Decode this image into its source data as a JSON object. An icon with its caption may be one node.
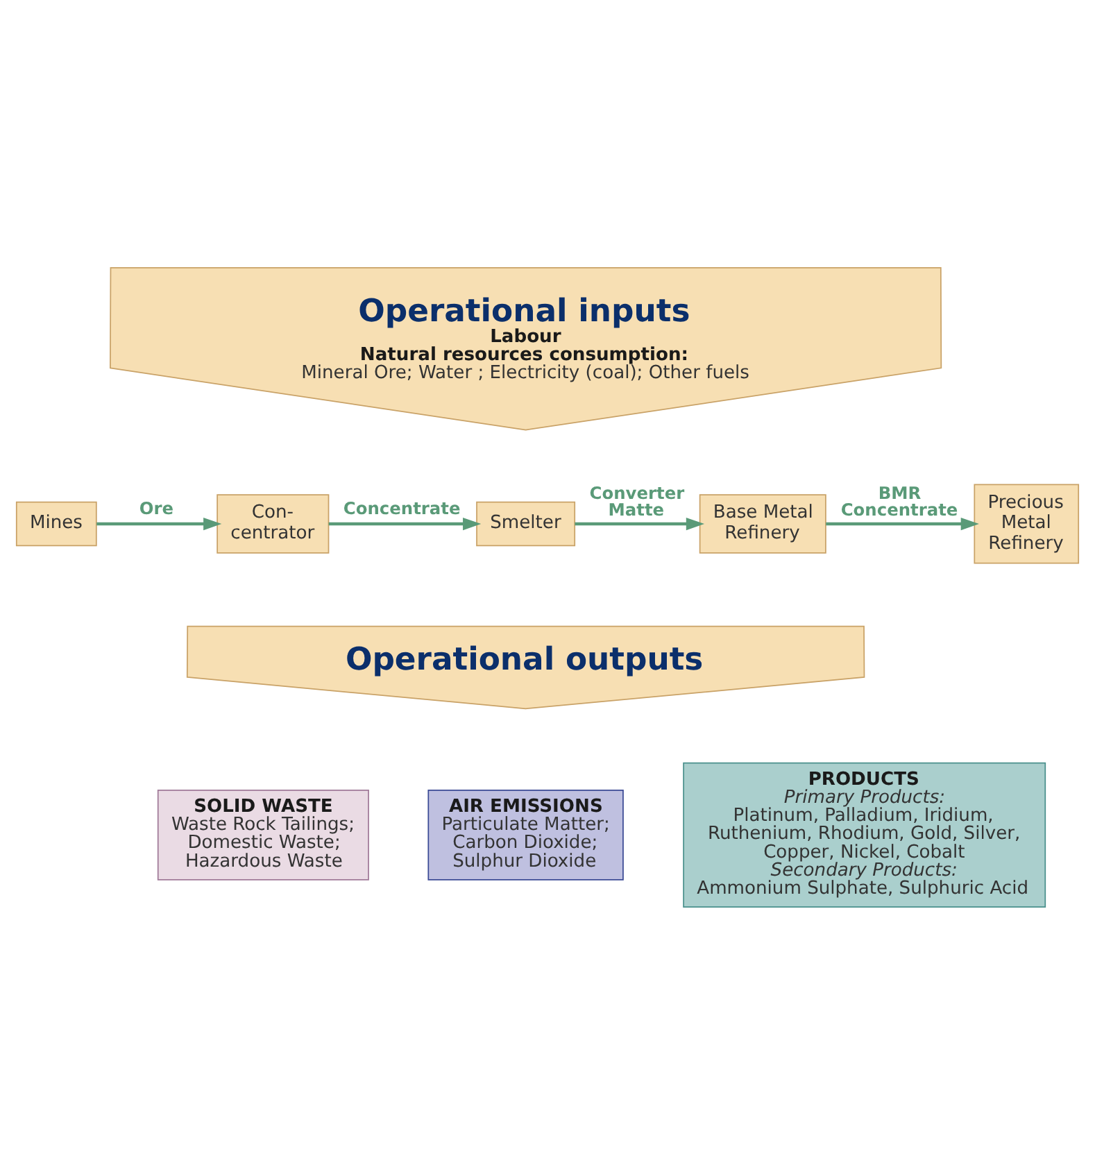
{
  "diagram": {
    "nodes": [
      {
        "text": [
          "Operational inputs",
          "Labour",
          "Natural resources consumption:",
          "Mineral Ore; Water ; Electricity (coal); Other fuels"
        ]
      },
      {
        "text": [
          "Mines"
        ]
      },
      {
        "text": [
          "Con- centrator"
        ]
      },
      {
        "text": [
          "Smelter"
        ]
      },
      {
        "text": [
          "Base Metal Refinery"
        ]
      },
      {
        "text": [
          "Precious Metal Refinery"
        ]
      },
      {
        "text": [
          "Operational outputs"
        ]
      },
      {
        "text": [
          "SOLID WASTE",
          "Waste Rock Tailings; Domestic Waste; Hazardous Waste"
        ]
      },
      {
        "text": [
          "AIR EMISSIONS",
          "Particulate Matter; Carbon Dioxide; Sulphur Dioxide"
        ]
      },
      {
        "text": [
          "PRODUCTS",
          "Primary Products:",
          "Platinum, Palladium, Iridium, Ruthenium, Rhodium, Gold, Silver, Copper, Nickel, Cobalt",
          "Secondary Products:",
          "Ammonium Sulphate, Sulphuric Acid"
        ]
      }
    ],
    "edges": [
      {
        "from": 1,
        "to": 2,
        "arrow": "to",
        "label": "Ore"
      },
      {
        "from": 2,
        "to": 3,
        "arrow": "to",
        "label": "Concentrate"
      },
      {
        "from": 3,
        "to": 4,
        "arrow": "to",
        "label": "Converter Matte"
      },
      {
        "from": 4,
        "to": 5,
        "arrow": "to",
        "label": "BMR Concentrate"
      }
    ]
  }
}
